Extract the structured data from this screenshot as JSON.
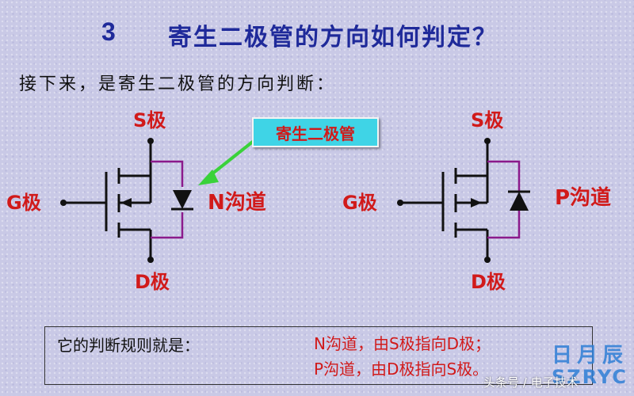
{
  "title": {
    "number": "3",
    "text": "寄生二极管的方向如何判定？"
  },
  "intro": "接下来，是寄生二极管的方向判断：",
  "n_mosfet": {
    "source_label": "S极",
    "gate_label": "G极",
    "drain_label": "D极",
    "channel_label": "N沟道"
  },
  "p_mosfet": {
    "source_label": "S极",
    "gate_label": "G极",
    "drain_label": "D极",
    "channel_label": "P沟道"
  },
  "callout": {
    "text": "寄生二极管"
  },
  "rules": {
    "label": "它的判断规则就是：",
    "n_rule": "N沟道，由S极指向D极；",
    "p_rule": "P沟道，由D极指向S极。"
  },
  "watermark": {
    "logo": "日月辰",
    "code": "SZRYC",
    "source": "头条号 / 电子技术"
  },
  "colors": {
    "title": "#1f2a9a",
    "red": "#d11a1a",
    "diode_wire": "#8b1a8b",
    "callout_bg": "#3fd4e6",
    "arrow": "#3ad23a"
  }
}
